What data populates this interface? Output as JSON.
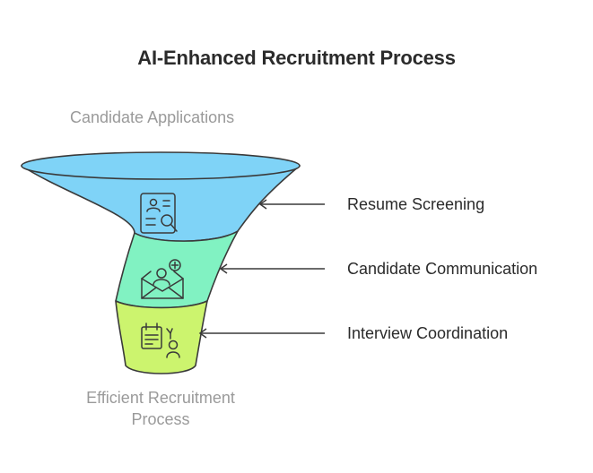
{
  "title": "AI-Enhanced Recruitment Process",
  "input_label": "Candidate Applications",
  "output_label_line1": "Efficient Recruitment",
  "output_label_line2": "Process",
  "stages": [
    {
      "label": "Resume Screening",
      "icon": "resume-search-icon",
      "color": "#7fd3f7"
    },
    {
      "label": "Candidate Communication",
      "icon": "email-add-user-icon",
      "color": "#81f2c2"
    },
    {
      "label": "Interview Coordination",
      "icon": "calendar-user-icon",
      "color": "#ccf46e"
    }
  ],
  "colors": {
    "outline": "#3a3a3a",
    "muted_text": "#9a9a9a"
  }
}
